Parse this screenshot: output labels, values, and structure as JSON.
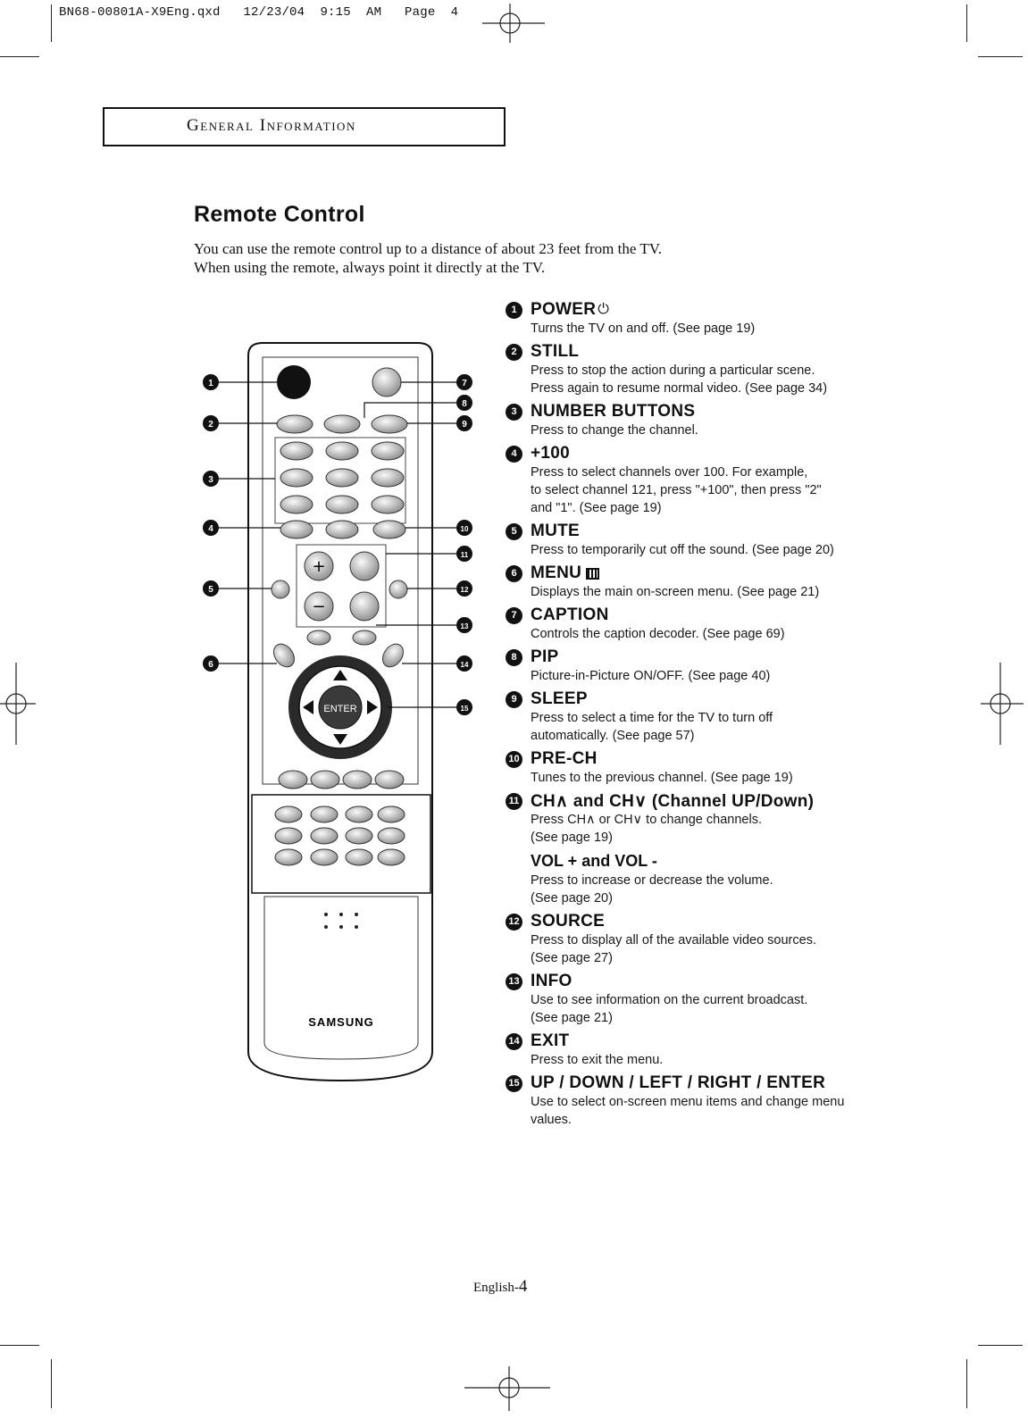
{
  "slug": "BN68-00801A-X9Eng.qxd   12/23/04  9:15  AM   Page  4",
  "section": "General Information",
  "heading": "Remote Control",
  "intro": [
    "You can use the remote control up to a distance of about 23 feet from the TV.",
    "When using the remote, always point it directly at the TV."
  ],
  "remote": {
    "brand": "SAMSUNG",
    "enter_label": "ENTER",
    "callouts": [
      "1",
      "2",
      "3",
      "4",
      "5",
      "6",
      "7",
      "8",
      "9",
      "10",
      "11",
      "12",
      "13",
      "14",
      "15"
    ]
  },
  "items": [
    {
      "n": "1",
      "title": "POWER",
      "symbol": "power-icon",
      "desc": "Turns the TV on and off. (See page 19)"
    },
    {
      "n": "2",
      "title": "STILL",
      "desc": "Press to stop the action during a particular scene.\nPress again to resume normal video. (See page 34)"
    },
    {
      "n": "3",
      "title": "NUMBER BUTTONS",
      "desc": "Press to change the channel."
    },
    {
      "n": "4",
      "title": "+100",
      "desc": "Press to select channels over 100. For example,\nto select channel 121, press \"+100\", then press \"2\"\nand \"1\". (See page 19)"
    },
    {
      "n": "5",
      "title": "MUTE",
      "desc": "Press to temporarily cut off the sound. (See page 20)"
    },
    {
      "n": "6",
      "title": "MENU",
      "symbol": "menu-icon",
      "desc": "Displays the main on-screen menu. (See page 21)"
    },
    {
      "n": "7",
      "title": "CAPTION",
      "desc": "Controls the caption decoder. (See page 69)"
    },
    {
      "n": "8",
      "title": "PIP",
      "desc": "Picture-in-Picture ON/OFF. (See page 40)"
    },
    {
      "n": "9",
      "title": "SLEEP",
      "desc": "Press to select a time for the TV to turn off\nautomatically. (See page 57)"
    },
    {
      "n": "10",
      "title": "PRE-CH",
      "desc": "Tunes to the previous channel. (See page 19)"
    },
    {
      "n": "11",
      "title": "CH∧ and CH∨  (Channel UP/Down)",
      "desc": "Press CH∧ or CH∨ to change channels.\n(See page 19)",
      "sub_title": "VOL + and VOL -",
      "sub_desc": "Press to increase or decrease the volume.\n(See page 20)"
    },
    {
      "n": "12",
      "title": "SOURCE",
      "desc": "Press to display all of the available video sources.\n(See page 27)"
    },
    {
      "n": "13",
      "title": "INFO",
      "desc": "Use to see information on the current broadcast.\n(See page 21)"
    },
    {
      "n": "14",
      "title": "EXIT",
      "desc": "Press to exit the menu."
    },
    {
      "n": "15",
      "title": "UP / DOWN / LEFT / RIGHT / ENTER",
      "desc": "Use to select on-screen menu items and change menu\nvalues."
    }
  ],
  "footer": {
    "prefix": "English-",
    "page": "4"
  }
}
